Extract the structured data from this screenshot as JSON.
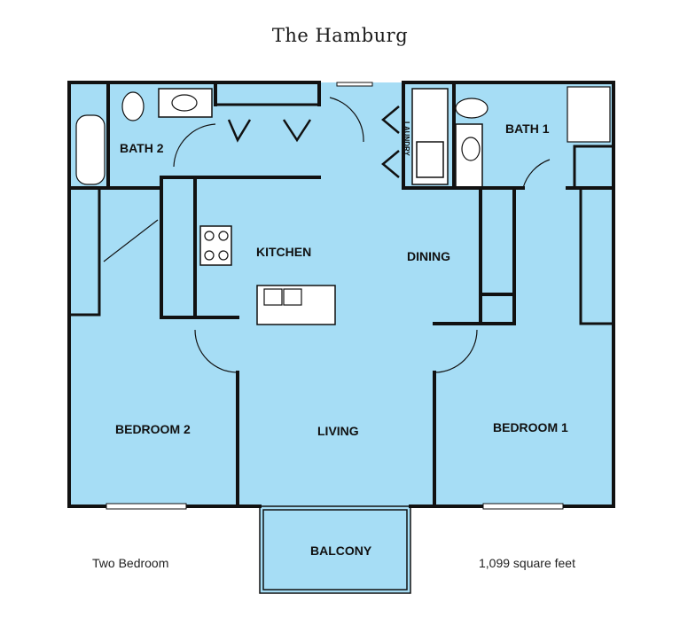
{
  "title": "The Hamburg",
  "rooms": {
    "bath2": "BATH 2",
    "bath1": "BATH 1",
    "kitchen": "KITCHEN",
    "dining": "DINING",
    "laundry": "LAUNDRY",
    "bedroom2": "BEDROOM 2",
    "bedroom1": "BEDROOM 1",
    "living": "LIVING",
    "balcony": "BALCONY"
  },
  "unit_type": "Two Bedroom",
  "square_feet": "1,099 square feet",
  "colors": {
    "floor": "#a6ddf5",
    "wall": "#111111",
    "fixture_fill": "#ffffff"
  }
}
